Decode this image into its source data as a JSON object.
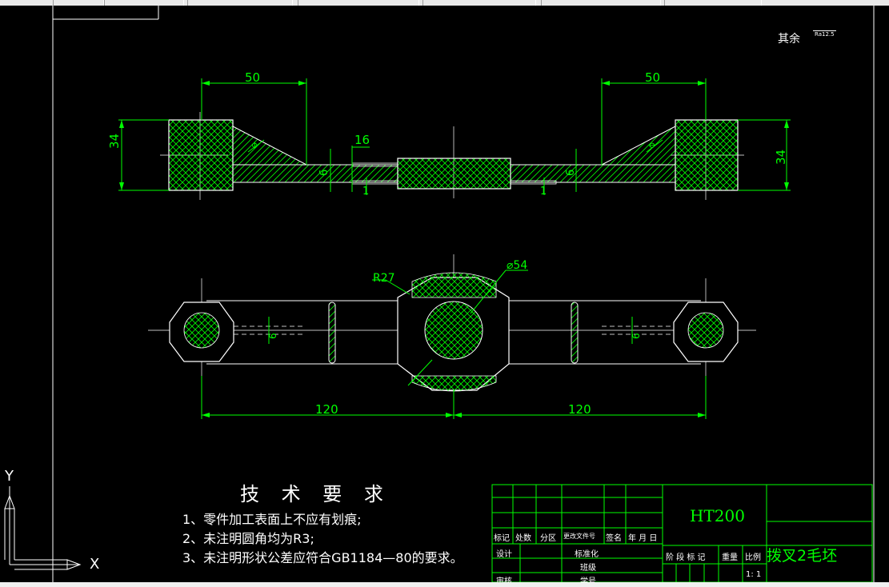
{
  "surface_note": "其余",
  "roughness": "Ra12.5",
  "dims": {
    "top_left_50": "50",
    "top_right_50": "50",
    "left_34": "34",
    "right_34": "34",
    "dim_16": "16",
    "dim_6_left": "6",
    "dim_6_right": "6",
    "dim_1_left": "1",
    "dim_1_right": "1",
    "r27": "R27",
    "d54": "⌀54",
    "plan_6": "6",
    "plan_6b": "6",
    "len_left_120": "120",
    "len_right_120": "120",
    "phi_left": "⌀",
    "phi_right": "⌀"
  },
  "tech_requirements": {
    "title": "技 术 要 求",
    "items": [
      "1、零件加工表面上不应有划痕;",
      "2、未注明圆角均为R3;",
      "3、未注明形状公差应符合GB1184—80的要求。"
    ]
  },
  "title_block": {
    "material": "HT200",
    "part_name": "拨叉2毛坯",
    "scale": "1: 1",
    "labels": {
      "mark": "标记",
      "count": "处数",
      "zone": "分区",
      "change_doc": "更改文件号",
      "signature": "签名",
      "date": "年 月 日",
      "design": "设计",
      "standardize": "标准化",
      "class": "班级",
      "review": "审核",
      "student_no": "学号",
      "stage_mark": "阶 段 标 记",
      "weight": "重量",
      "ratio": "比例"
    }
  },
  "ucs": {
    "x": "X",
    "y": "Y"
  }
}
